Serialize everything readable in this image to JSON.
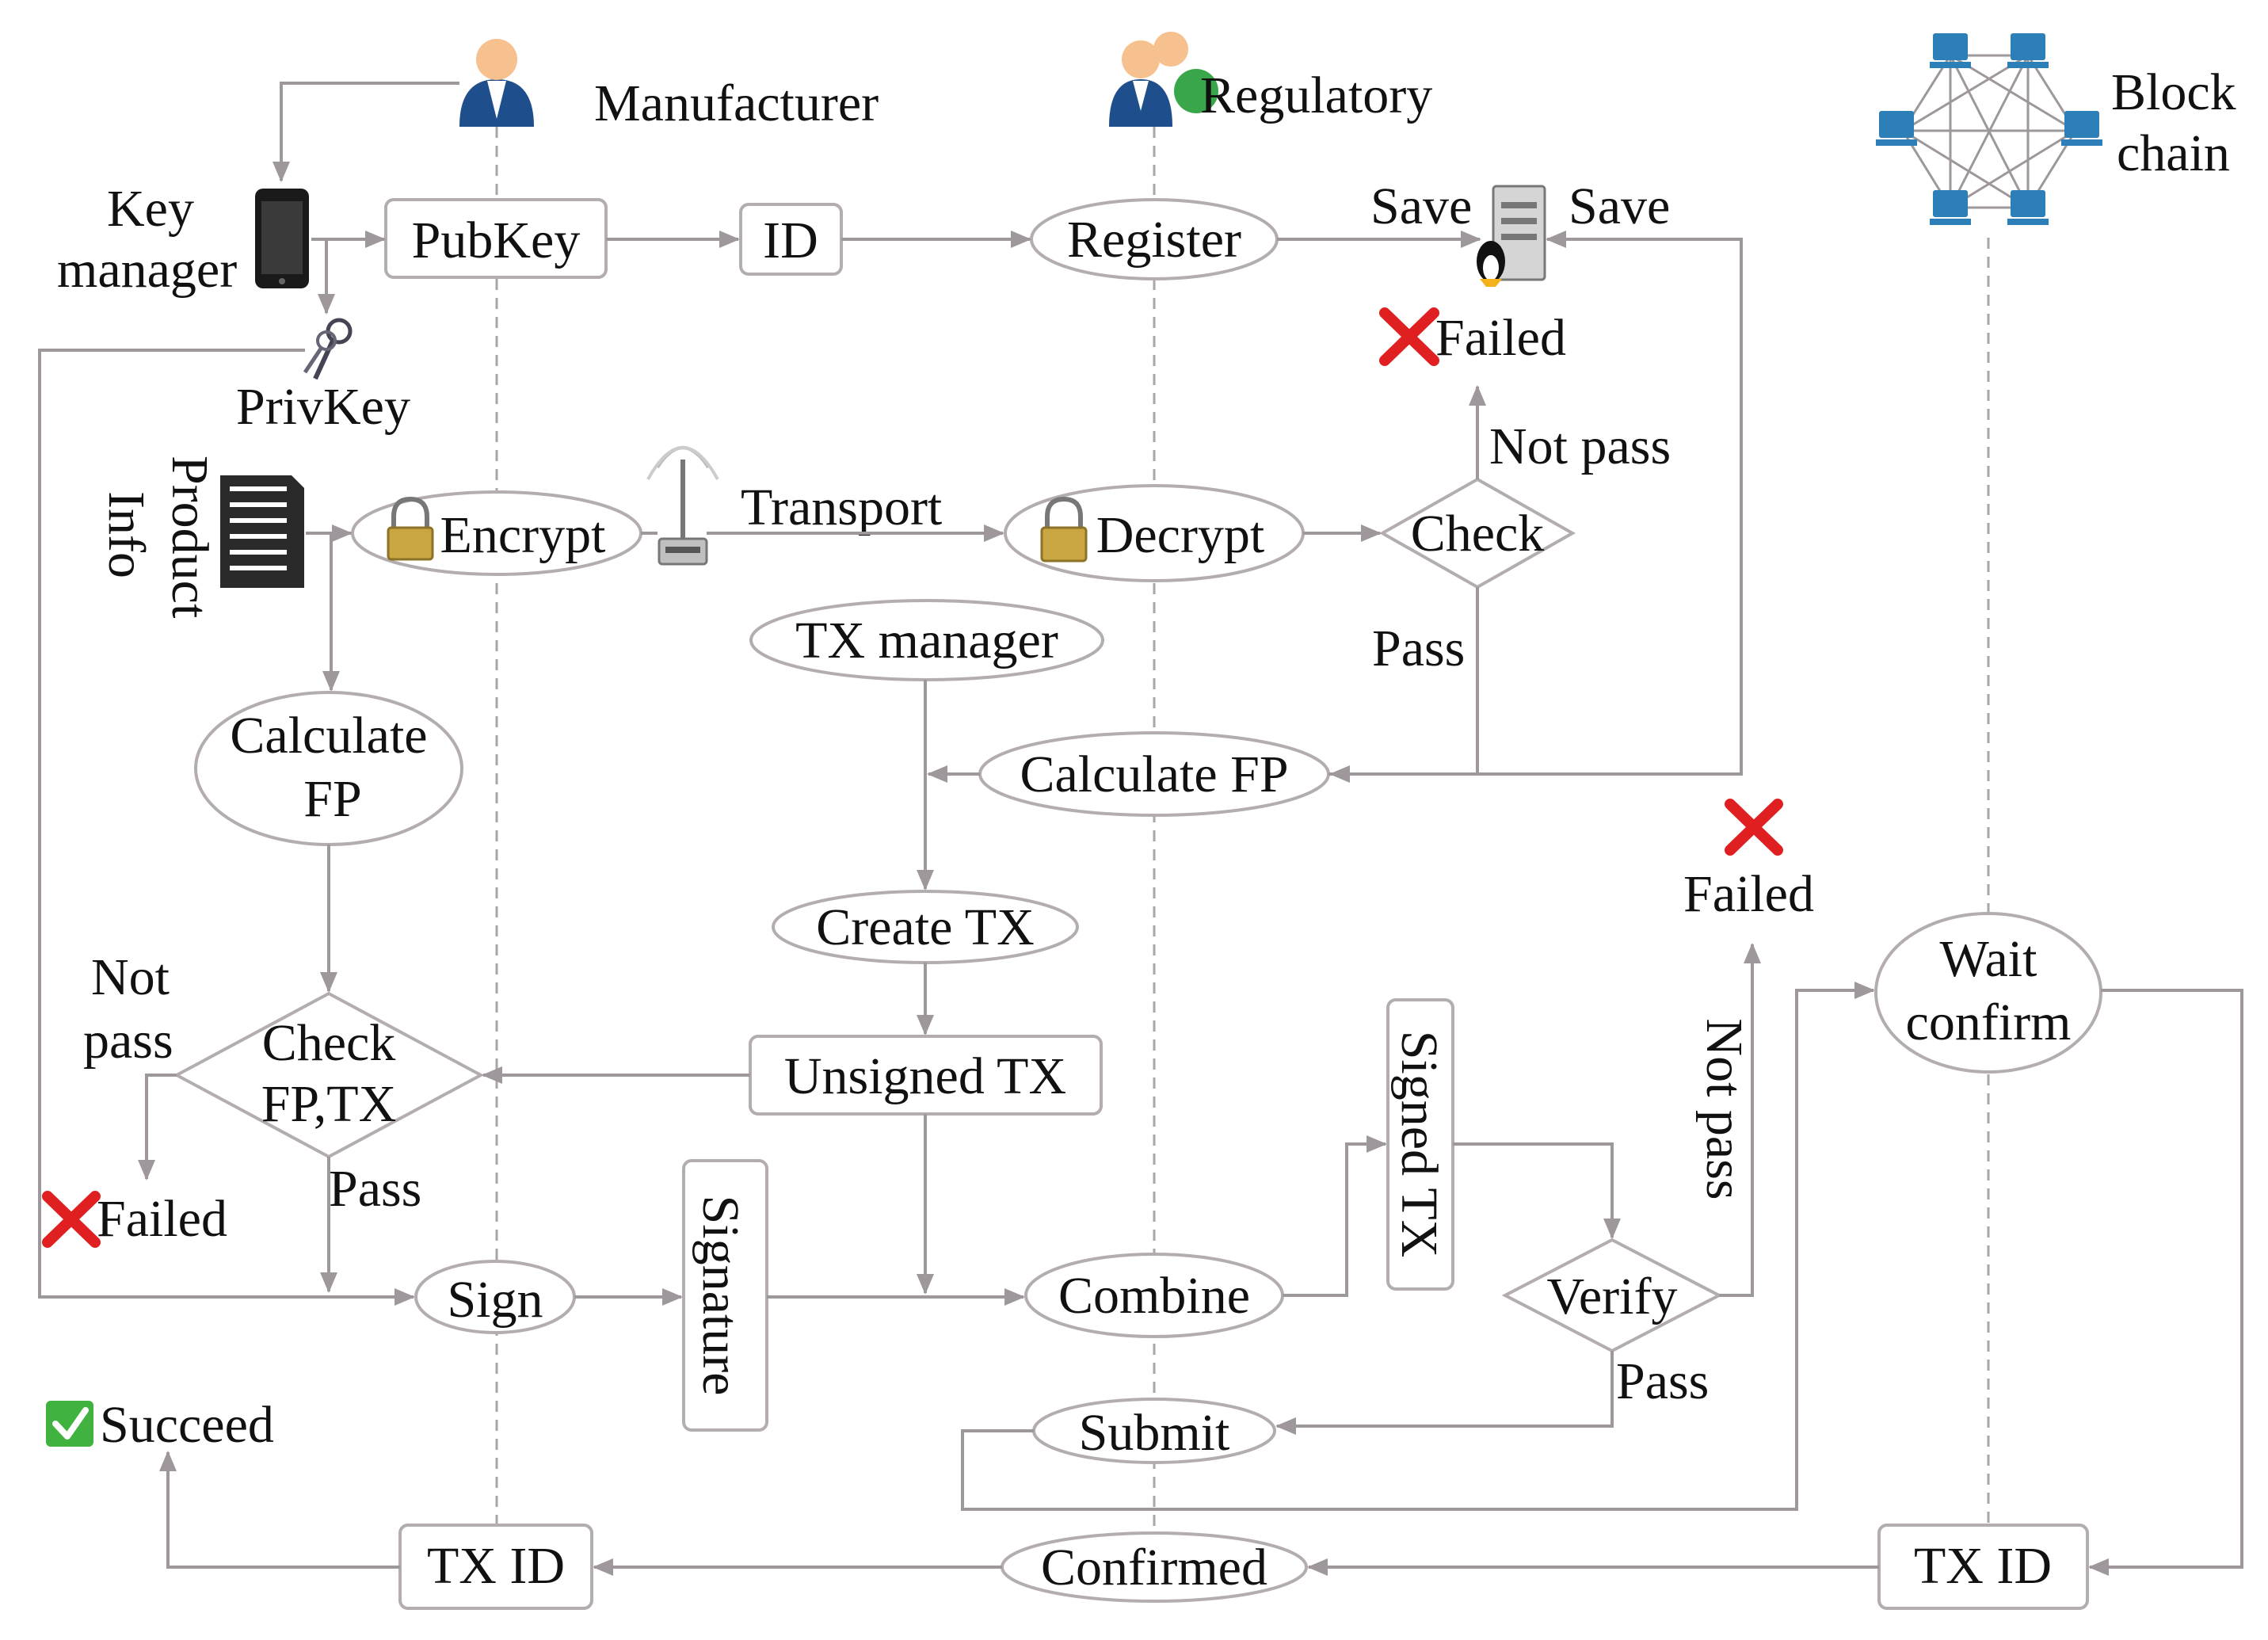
{
  "actors": {
    "manufacturer": "Manufacturer",
    "regulatory": "Regulatory",
    "blockchain_line1": "Block",
    "blockchain_line2": "chain"
  },
  "key_manager": {
    "line1": "Key",
    "line2": "manager"
  },
  "privkey": "PrivKey",
  "product_info": {
    "line1": "Product",
    "line2": "Info"
  },
  "nodes": {
    "pubkey": "PubKey",
    "id": "ID",
    "register": "Register",
    "encrypt": "Encrypt",
    "decrypt": "Decrypt",
    "check": "Check",
    "tx_manager": "TX manager",
    "calc_fp_left": {
      "line1": "Calculate",
      "line2": "FP"
    },
    "calc_fp_mid": "Calculate FP",
    "create_tx": "Create TX",
    "unsigned_tx": "Unsigned TX",
    "check_fp_tx": {
      "line1": "Check",
      "line2": "FP,TX"
    },
    "sign": "Sign",
    "signature": "Signature",
    "combine": "Combine",
    "signed_tx": "Signed TX",
    "verify": "Verify",
    "submit": "Submit",
    "wait_confirm": {
      "line1": "Wait",
      "line2": "confirm"
    },
    "confirmed": "Confirmed",
    "tx_id_left": "TX ID",
    "tx_id_right": "TX ID"
  },
  "labels": {
    "transport": "Transport",
    "save_left": "Save",
    "save_right": "Save",
    "failed_top": "Failed",
    "not_pass_top": "Not pass",
    "pass_check": "Pass",
    "failed_right": "Failed",
    "not_pass_verify": "Not pass",
    "pass_verify": "Pass",
    "not_pass_left_line1": "Not",
    "not_pass_left_line2": "pass",
    "failed_left": "Failed",
    "pass_left": "Pass",
    "succeed": "Succeed"
  },
  "colors": {
    "stroke": "#b3acb0",
    "arrow": "#9e979b",
    "failed_x": "#e02020",
    "succeed_check": "#3fb23f",
    "person_blue": "#1f4e8c",
    "person_skin": "#f6c08f",
    "node_blue": "#2d7fb8"
  },
  "icons": [
    "manufacturer-person-icon",
    "regulatory-people-icon",
    "blockchain-network-icon",
    "phone-icon",
    "keys-icon",
    "document-icon",
    "wireless-router-icon",
    "lock-icon",
    "server-linux-icon",
    "failed-x-icon",
    "succeed-check-icon"
  ]
}
